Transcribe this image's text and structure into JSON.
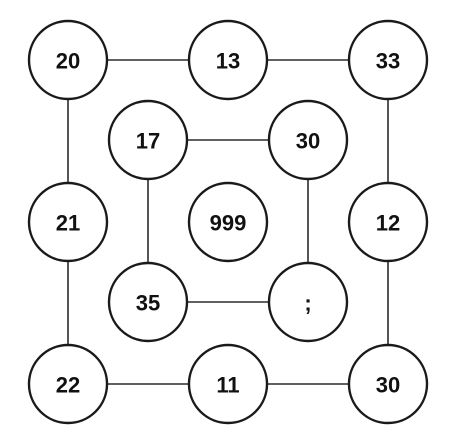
{
  "diagram": {
    "colors": {
      "line": "#2b2b2b",
      "circle_stroke": "#1a1a1a",
      "circle_fill": "#ffffff",
      "text": "#111111"
    },
    "nodes": {
      "outer_top_left": "20",
      "outer_top_middle": "13",
      "outer_top_right": "33",
      "outer_middle_left": "21",
      "outer_middle_right": "12",
      "outer_bottom_left": "22",
      "outer_bottom_middle": "11",
      "outer_bottom_right": "30",
      "inner_top_left": "17",
      "inner_top_right": "30",
      "inner_bottom_left": "35",
      "inner_bottom_right": ";",
      "center": "999"
    }
  }
}
